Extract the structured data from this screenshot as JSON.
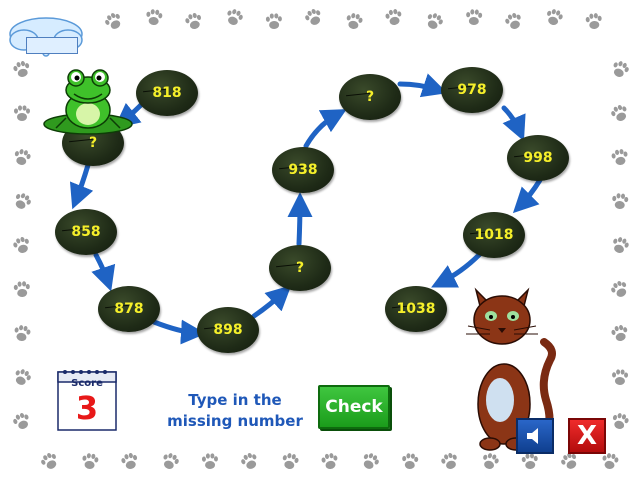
{
  "game": {
    "instruction_line1": "Type in the",
    "instruction_line2": "missing number",
    "check_label": "Check",
    "close_label": "X",
    "score_label": "Score",
    "score_value": "3",
    "answer_value": ""
  },
  "sequence": [
    {
      "label": "818",
      "missing": false
    },
    {
      "label": "?",
      "missing": true
    },
    {
      "label": "858",
      "missing": false
    },
    {
      "label": "878",
      "missing": false
    },
    {
      "label": "898",
      "missing": false
    },
    {
      "label": "?",
      "missing": true
    },
    {
      "label": "938",
      "missing": false
    },
    {
      "label": "?",
      "missing": true
    },
    {
      "label": "978",
      "missing": false
    },
    {
      "label": "998",
      "missing": false
    },
    {
      "label": "1018",
      "missing": false
    },
    {
      "label": "1038",
      "missing": false
    }
  ],
  "colors": {
    "pad_text": "#f5ef2a",
    "arrow": "#1f63c4",
    "instruction": "#1f58b8",
    "check_button": "#2db32d",
    "score_value": "#e81818"
  },
  "icons": {
    "character_left": "frog",
    "character_right": "cat",
    "border": "paw-prints",
    "sound": "speaker-icon",
    "close": "close-icon"
  }
}
